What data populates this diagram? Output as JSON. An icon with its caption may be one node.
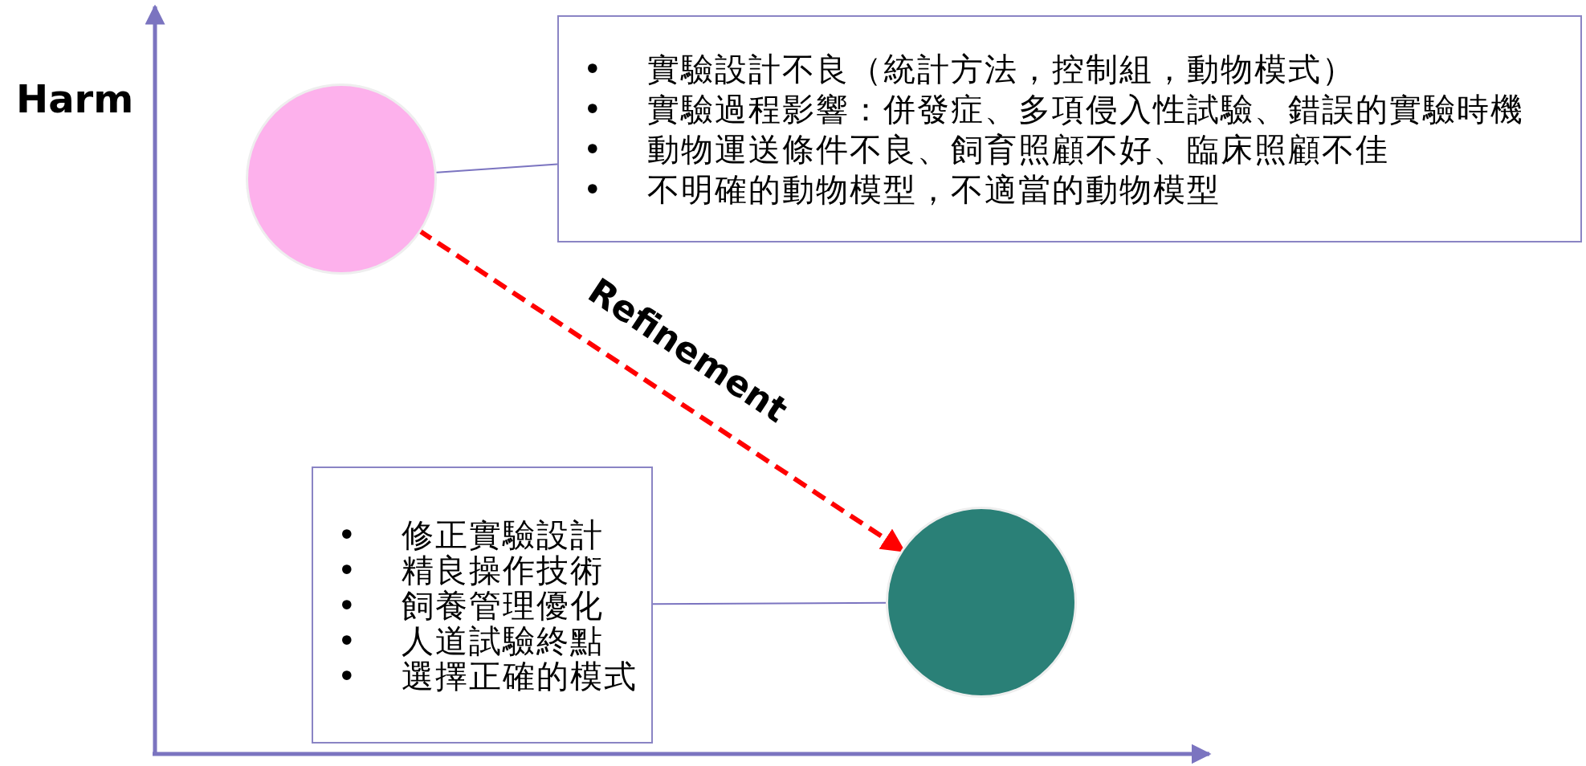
{
  "diagram": {
    "nodes": [
      {
        "text": [
          "• 實驗設計不良（統計方法，控制組，動物模式）",
          "• 實驗過程影響：併發症、多項侵入性試驗、錯誤的實驗時機",
          "• 動物運送條件不良、飼育照顧不好、臨床照顧不佳",
          "• 不明確的動物模型，不適當的動物模型"
        ]
      },
      {
        "text": [],
        "shape": "circle"
      },
      {
        "text": [
          "• 修正實驗設計",
          "• 精良操作技術",
          "• 飼養管理優化",
          "• 人道試驗終點",
          "• 選擇正確的模式"
        ]
      },
      {
        "text": [],
        "shape": "circle"
      }
    ],
    "edges": [
      {
        "from": 0,
        "to": 1,
        "arrow": "none"
      },
      {
        "from": 1,
        "to": 3,
        "arrow": "to",
        "label": "Refinement",
        "style": "dashed",
        "color": "#ff0000"
      },
      {
        "from": 2,
        "to": 3,
        "arrow": "none"
      }
    ],
    "labels": [
      "Harm"
    ]
  }
}
